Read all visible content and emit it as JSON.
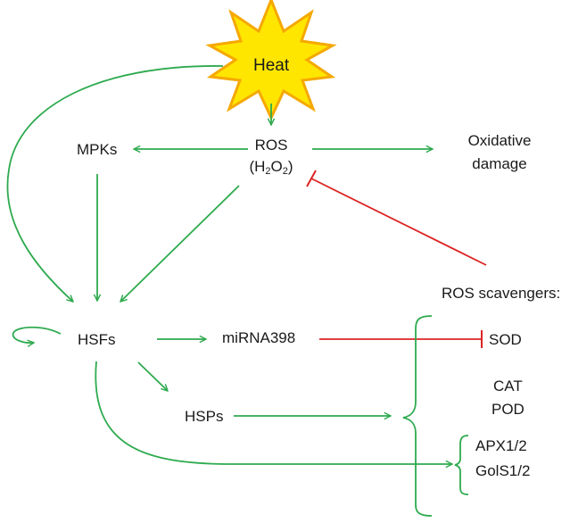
{
  "nodes": {
    "heat": "Heat",
    "ros": "ROS",
    "ros_formula": {
      "open": "(H",
      "sub1": "2",
      "mid": "O",
      "sub2": "2",
      "close": ")"
    },
    "mpks": "MPKs",
    "oxidative_line1": "Oxidative",
    "oxidative_line2": "damage",
    "ros_scavengers": "ROS scavengers:",
    "hsfs": "HSFs",
    "mirna398": "miRNA398",
    "sod": "SOD",
    "cat": "CAT",
    "pod": "POD",
    "hsps": "HSPs",
    "apx": "APX1/2",
    "gols": "GolS1/2"
  },
  "colors": {
    "activation": "#2eaa4e",
    "inhibition": "#dc2424",
    "heat_fill": "#ffe600",
    "heat_stroke": "#f5a800",
    "text": "#1a1a1a"
  }
}
